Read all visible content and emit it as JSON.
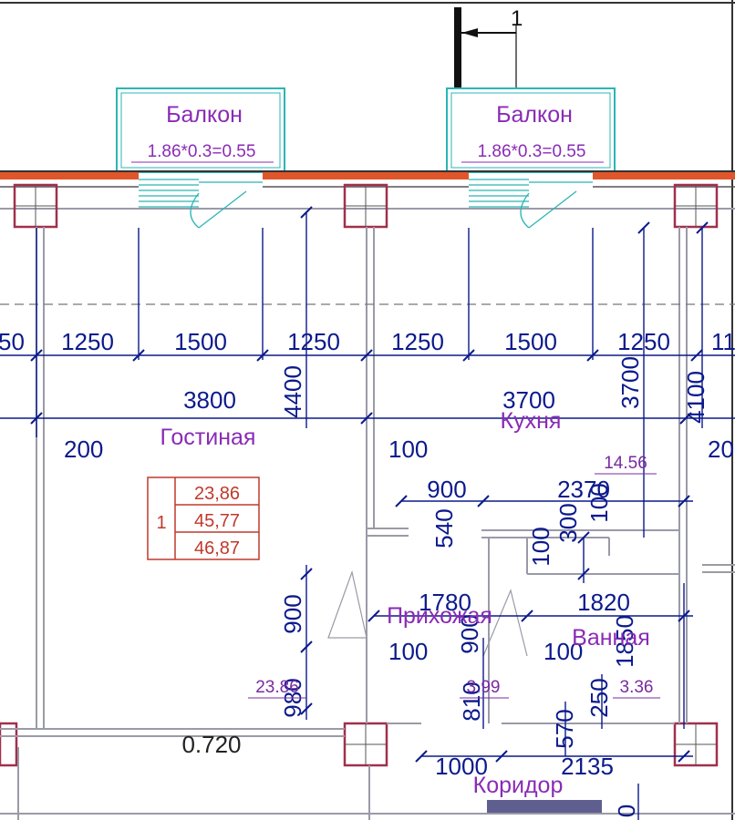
{
  "balconies": [
    {
      "title": "Балкон",
      "formula": "1.86*0.3=0.55"
    },
    {
      "title": "Балкон",
      "formula": "1.86*0.3=0.55"
    }
  ],
  "section_mark": "1",
  "top_dims": [
    "50",
    "1250",
    "1500",
    "1250",
    "1250",
    "1500",
    "1250",
    "11"
  ],
  "room_dims": {
    "living_width": "3800",
    "kitchen_width": "3700",
    "living_depth": "4400",
    "kitchen_depth": "3700",
    "right_depth": "4100",
    "offset_200_left": "200",
    "offset_100": "100",
    "offset_200_right": "20",
    "d900": "900",
    "d2370": "2370",
    "d540": "540",
    "d100a": "100",
    "d300": "300",
    "d100b": "100",
    "d1780": "1780",
    "d1820": "1820",
    "d900v": "900",
    "d100c": "100",
    "d100d": "100",
    "d900b": "900",
    "d980": "980",
    "d810": "810",
    "d1850": "1850",
    "d250": "250",
    "d570": "570",
    "d1000": "1000",
    "d2135": "2135",
    "d0": "0",
    "bottom_label": "0.720"
  },
  "rooms": {
    "living": "Гостиная",
    "kitchen": "Кухня",
    "hall": "Прихожая",
    "bath": "Ванная",
    "corridor": "Коридор"
  },
  "areas": {
    "kitchen": "14.56",
    "living": "23.86",
    "hall": "3.99",
    "bath": "3.36"
  },
  "apartment_table": {
    "number": "1",
    "values": [
      "23,86",
      "45,77",
      "46,87"
    ]
  },
  "colors": {
    "dimension": "#0b1a8c",
    "room_label": "#8a2bb5",
    "table": "#c0392b",
    "balcony": "#2bb5b5",
    "facade": "#e0562b"
  }
}
